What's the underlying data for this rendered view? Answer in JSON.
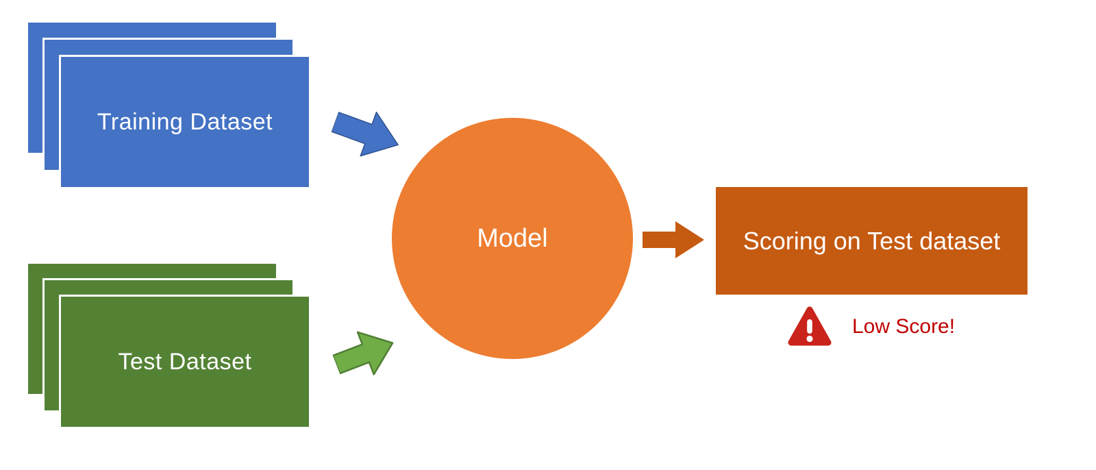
{
  "diagram": {
    "training_stack": {
      "label": "Training Dataset"
    },
    "test_stack": {
      "label": "Test Dataset"
    },
    "model": {
      "label": "Model"
    },
    "scoring": {
      "label": "Scoring on Test dataset"
    },
    "warning": {
      "label": "Low Score!"
    }
  },
  "colors": {
    "training_blue": "#4472C4",
    "test_green": "#548235",
    "model_orange": "#ED7D31",
    "scoring_brown": "#C55A11",
    "arrow_blue_fill": "#4472C4",
    "arrow_blue_stroke": "#2F528F",
    "arrow_green_fill": "#70AD47",
    "arrow_green_stroke": "#507E32",
    "arrow_orange_fill": "#C55A11",
    "warning_red": "#C00000",
    "warning_icon_red": "#C9231B"
  }
}
